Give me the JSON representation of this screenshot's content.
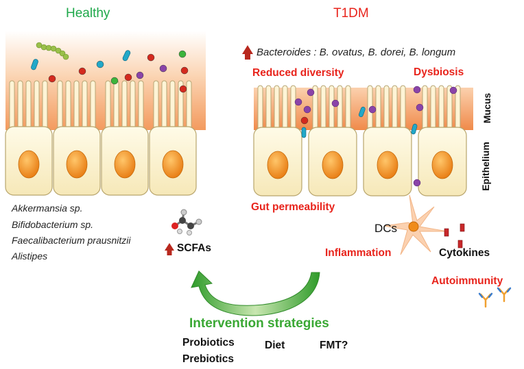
{
  "titles": {
    "healthy": "Healthy",
    "t1dm": "T1DM"
  },
  "t1dm_bacteria": "Bacteroides : B. ovatus, B. dorei, B. longum",
  "labels": {
    "reduced_diversity": "Reduced diversity",
    "dysbiosis": "Dysbiosis",
    "mucus": "Mucus",
    "epithelium": "Epithelium",
    "gut_permeability": "Gut permeability",
    "dcs": "DCs",
    "inflammation": "Inflammation",
    "cytokines": "Cytokines",
    "autoimmunity": "Autoimmunity",
    "scfas": "SCFAs"
  },
  "healthy_bacteria": [
    "Akkermansia sp.",
    "Bifidobacterium sp.",
    "Faecalibacterium prausnitzii",
    "Alistipes"
  ],
  "intervention": {
    "title": "Intervention strategies",
    "items": [
      "Probiotics",
      "Prebiotics",
      "Diet",
      "FMT?"
    ]
  },
  "colors": {
    "healthy": "#1ea84a",
    "t1dm": "#e8241c",
    "mucus_orange": "#f4a06a",
    "cell_fill": "#f9efc8",
    "nucleus": "#f08c1a",
    "arrow_green": "#2e9e2a"
  }
}
